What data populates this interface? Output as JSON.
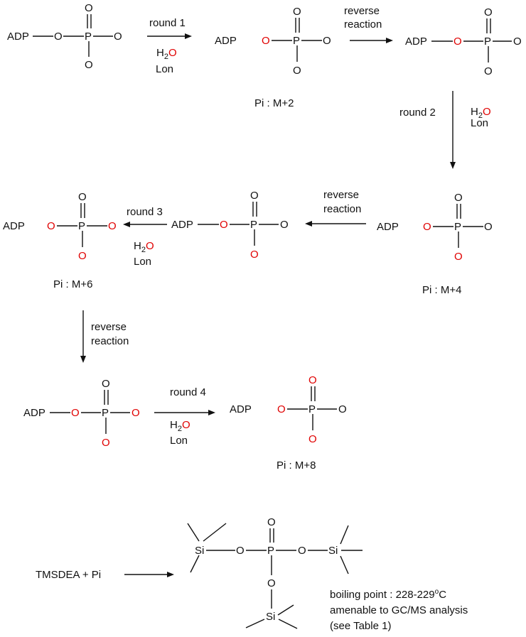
{
  "colors": {
    "ink": "#111111",
    "isotope_oxygen": "#e00000"
  },
  "atoms": {
    "adp": "ADP",
    "o": "O",
    "p": "P",
    "si": "Si"
  },
  "reagents": {
    "h": "H",
    "sub2": "2",
    "o": "O",
    "lon": "Lon"
  },
  "labels": {
    "round1": "round 1",
    "round2": "round 2",
    "round3": "round 3",
    "round4": "round 4",
    "reverse1": "reverse",
    "reverse2": "reaction",
    "pi_m2": "Pi : M+2",
    "pi_m4": "Pi : M+4",
    "pi_m6": "Pi : M+6",
    "pi_m8": "Pi : M+8",
    "tmsdea": "TMSDEA + Pi",
    "bp_prefix": "boiling point : 228-229",
    "bp_deg": "o",
    "bp_unit": "C",
    "gcms": "amenable to GC/MS analysis",
    "table_ref": "(see Table 1)"
  }
}
